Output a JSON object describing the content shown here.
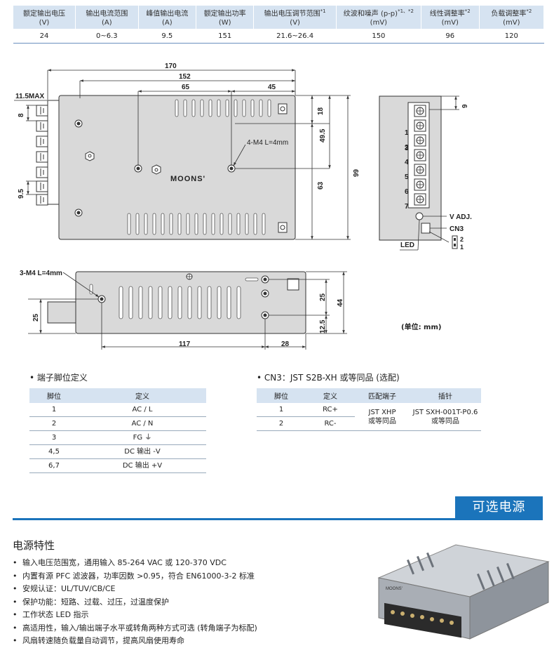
{
  "spec_table": {
    "headers": [
      {
        "name": "额定输出电压",
        "unit": "(V)",
        "note": ""
      },
      {
        "name": "输出电流范围",
        "unit": "(A)",
        "note": ""
      },
      {
        "name": "峰值输出电流",
        "unit": "(A)",
        "note": ""
      },
      {
        "name": "额定输出功率",
        "unit": "(W)",
        "note": ""
      },
      {
        "name": "输出电压调节范围",
        "unit": "(V)",
        "note": "*1"
      },
      {
        "name": "纹波和噪声 (p-p)",
        "unit": "(mV)",
        "note": "*1、*2"
      },
      {
        "name": "线性调整率",
        "unit": "(mV)",
        "note": "*2"
      },
      {
        "name": "负载调整率",
        "unit": "(mV)",
        "note": "*2"
      }
    ],
    "row": [
      "24",
      "0~6.3",
      "9.5",
      "151",
      "21.6~26.4",
      "150",
      "96",
      "120"
    ]
  },
  "drawing": {
    "dims": {
      "d170": "170",
      "d152": "152",
      "d65": "65",
      "d45": "45",
      "d11_5": "11.5MAX",
      "d8": "8",
      "d9_5": "9.5",
      "d18": "18",
      "d49_5": "49.5",
      "d63": "63",
      "d99": "99",
      "d9": "9",
      "d117": "117",
      "d28": "28",
      "d25a": "25",
      "d25b": "25",
      "d12_5": "12.5",
      "d44": "44"
    },
    "labels": {
      "screw_top": "4-M4 L=4mm",
      "screw_side": "3-M4 L=4mm",
      "brand": "MOONS'",
      "vadj": "V ADJ.",
      "cn3": "CN3",
      "led": "LED",
      "cn3_pin2": "2",
      "cn3_pin1": "1"
    },
    "terminal_numbers": [
      "1",
      "2",
      "3",
      "4",
      "5",
      "6",
      "7"
    ],
    "unit_note": "(单位: mm)"
  },
  "pin_table": {
    "label": "端子脚位定义",
    "headers": [
      "脚位",
      "定义"
    ],
    "rows": [
      [
        "1",
        "AC / L"
      ],
      [
        "2",
        "AC / N"
      ],
      [
        "3",
        "FG ⏚"
      ],
      [
        "4,5",
        "DC 输出 -V"
      ],
      [
        "6,7",
        "DC 输出 +V"
      ]
    ]
  },
  "cn3_table": {
    "label": "CN3：JST S2B-XH 或等同品 (选配)",
    "headers": [
      "脚位",
      "定义",
      "匹配端子",
      "插针"
    ],
    "rows": [
      [
        "1",
        "RC+"
      ],
      [
        "2",
        "RC-"
      ]
    ],
    "mate_terminal": [
      "JST XHP",
      "或等同品"
    ],
    "pin": [
      "JST SXH-001T-P0.6",
      "或等同品"
    ]
  },
  "banner": "可选电源",
  "features": {
    "title": "电源特性",
    "items": [
      "输入电压范围宽，通用输入 85-264 VAC 或 120-370 VDC",
      "内置有源 PFC 滤波器，功率因数 >0.95，符合 EN61000-3-2 标准",
      "安规认证：UL/TUV/CB/CE",
      "保护功能：短路、过载、过压，过温度保护",
      "工作状态 LED 指示",
      "高适用性，输入/输出端子水平或转角两种方式可选 (转角端子为标配)",
      "风扇转速随负载量自动调节，提高风扇使用寿命"
    ]
  },
  "photo_label": "MOONS'",
  "colors": {
    "accent": "#1b74bb",
    "table_header": "#d6e3f1"
  }
}
